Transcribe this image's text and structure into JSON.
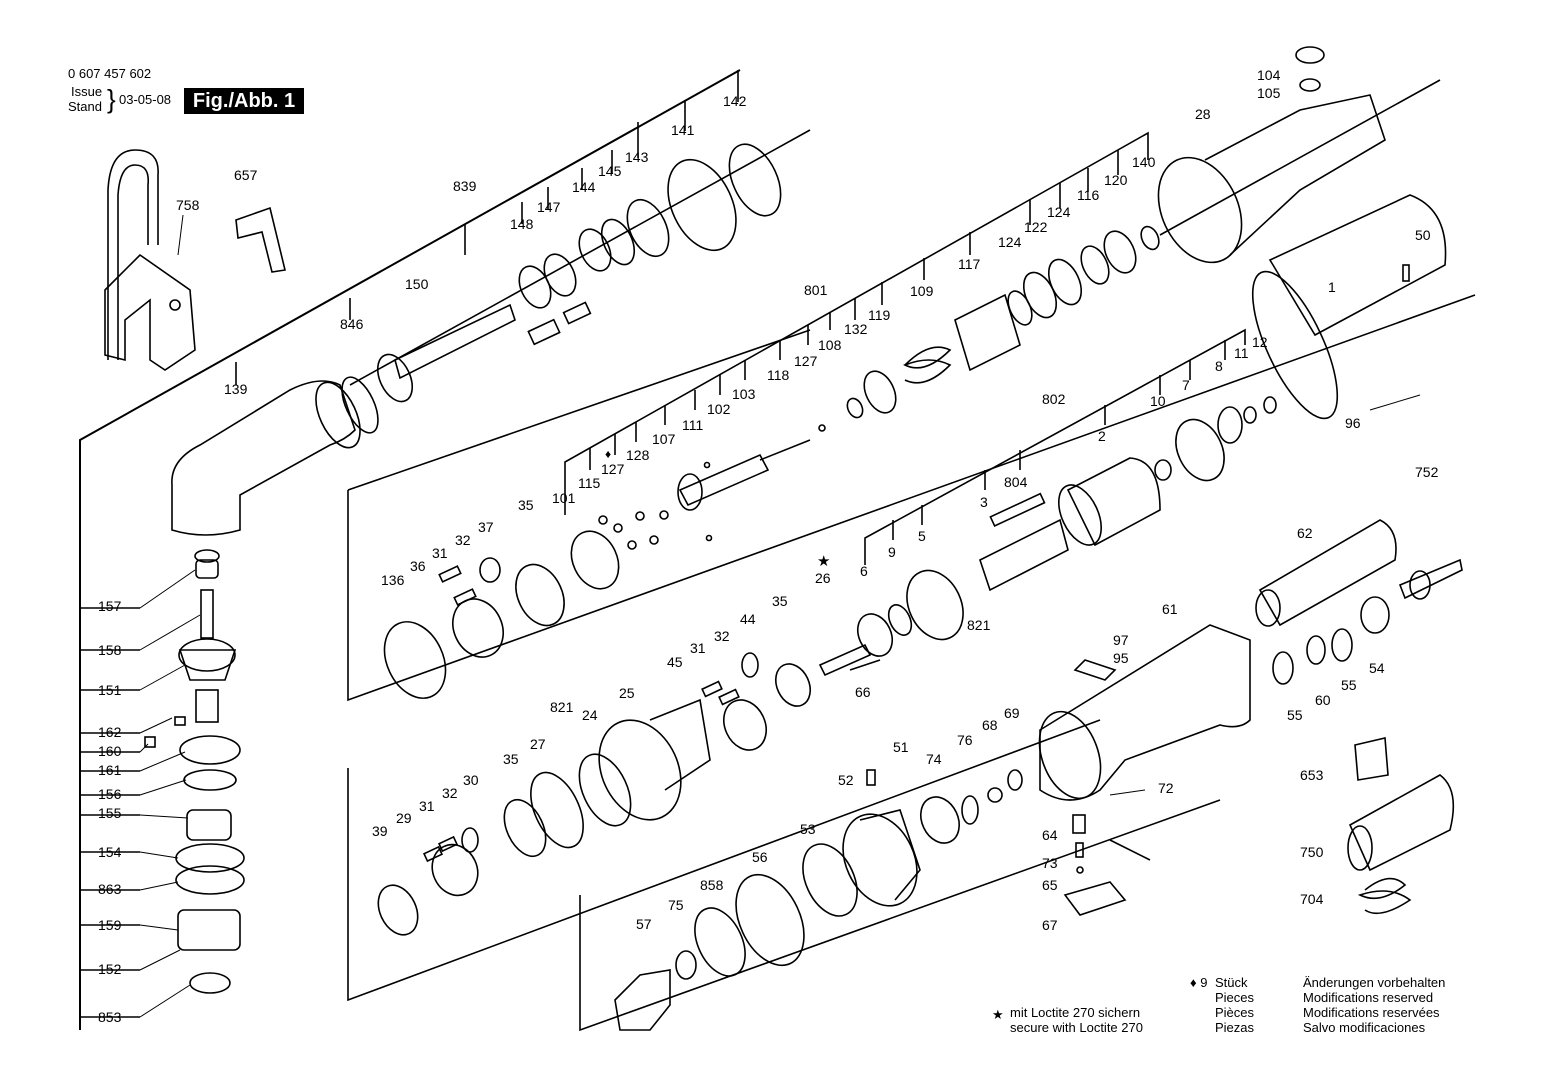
{
  "header": {
    "doc_number": "0 607 457 602",
    "issue_label_1": "Issue",
    "issue_label_2": "Stand",
    "issue_date": "03-05-08",
    "figure_label": "Fig./Abb. 1"
  },
  "notes": {
    "pieces_marker": "♦",
    "pieces_count": "9",
    "pieces_lines": [
      "Stück",
      "Pieces",
      "Pièces",
      "Piezas"
    ],
    "changes_lines": [
      "Änderungen vorbehalten",
      "Modifications reserved",
      "Modifications reservées",
      "Salvo modificaciones"
    ],
    "loctite_marker": "★",
    "loctite_lines": [
      "mit Loctite 270 sichern",
      "secure with Loctite 270"
    ]
  },
  "part_numbers": [
    "0 607 457 602",
    "104",
    "105",
    "142",
    "28",
    "657",
    "758",
    "141",
    "143",
    "145",
    "144",
    "147",
    "148",
    "839",
    "150",
    "846",
    "140",
    "120",
    "116",
    "124",
    "122",
    "124",
    "117",
    "109",
    "801",
    "119",
    "132",
    "108",
    "127",
    "118",
    "103",
    "102",
    "111",
    "107",
    "128",
    "127",
    "115",
    "101",
    "35",
    "37",
    "32",
    "31",
    "36",
    "136",
    "139",
    "50",
    "1",
    "96",
    "12",
    "11",
    "8",
    "7",
    "10",
    "802",
    "2",
    "804",
    "3",
    "5",
    "9",
    "6",
    "26",
    "821",
    "752",
    "62",
    "61",
    "97",
    "95",
    "72",
    "35",
    "44",
    "32",
    "31",
    "45",
    "66",
    "25",
    "24",
    "821",
    "27",
    "35",
    "30",
    "32",
    "31",
    "29",
    "39",
    "51",
    "52",
    "74",
    "76",
    "68",
    "69",
    "53",
    "56",
    "858",
    "75",
    "57",
    "64",
    "73",
    "65",
    "67",
    "55",
    "60",
    "55",
    "54",
    "653",
    "750",
    "704",
    "157",
    "158",
    "151",
    "162",
    "160",
    "161",
    "156",
    "155",
    "154",
    "863",
    "159",
    "152",
    "853"
  ],
  "colors": {
    "ink": "#000000",
    "paper": "#ffffff"
  }
}
